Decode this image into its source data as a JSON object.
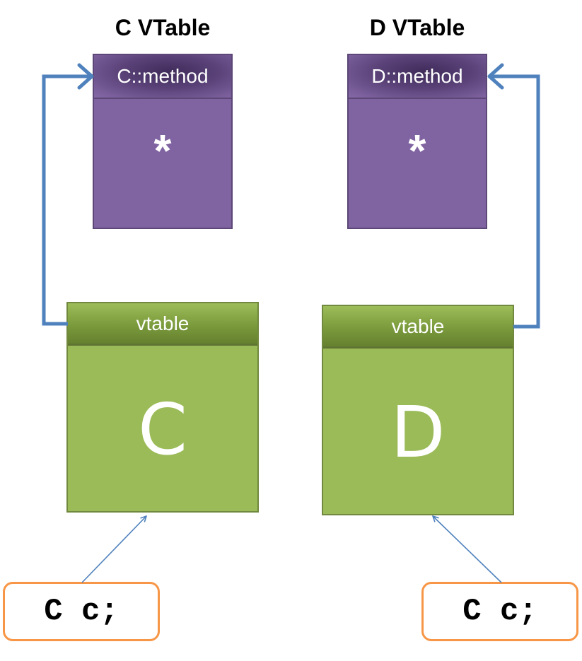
{
  "c_vtable": {
    "title": "C VTable",
    "method_label": "C::method",
    "pointer_symbol": "*"
  },
  "d_vtable": {
    "title": "D VTable",
    "method_label": "D::method",
    "pointer_symbol": "*"
  },
  "c_object": {
    "vtable_label": "vtable",
    "class_letter": "C"
  },
  "d_object": {
    "vtable_label": "vtable",
    "class_letter": "D"
  },
  "c_declaration": "C c;",
  "d_declaration": "C c;",
  "colors": {
    "vtable_fill": "#8064a2",
    "object_fill": "#9bbb59",
    "declaration_border": "#f79646",
    "pointer_arrow": "#4f81bd"
  }
}
